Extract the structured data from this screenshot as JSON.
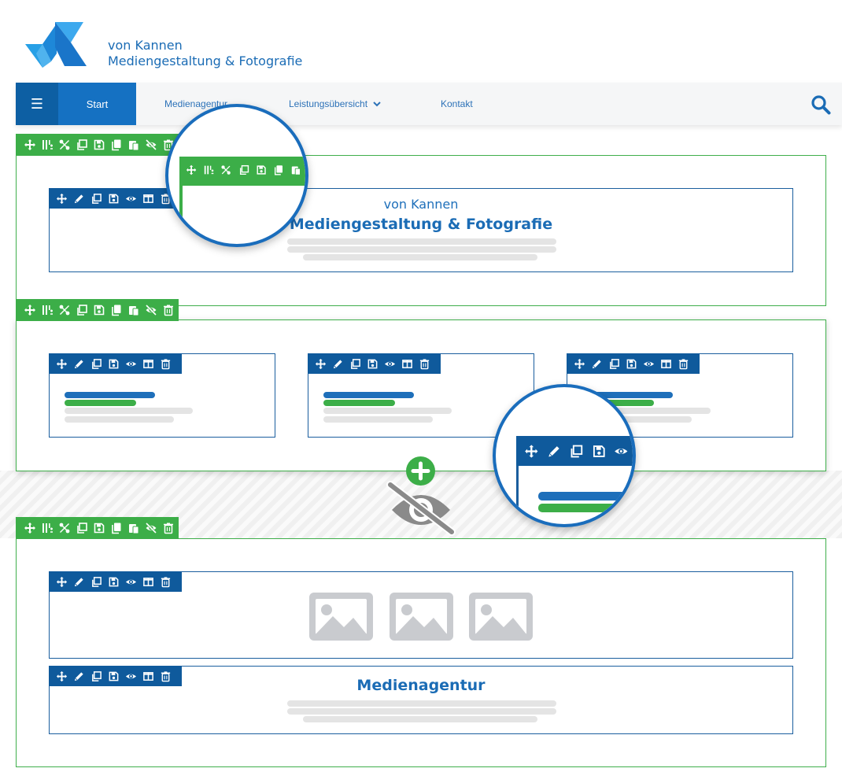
{
  "header": {
    "brand_line1": "von Kannen",
    "brand_line2": "Mediengestaltung & Fotografie"
  },
  "nav": {
    "menu_icon": "☰",
    "items": [
      {
        "label": "Start",
        "active": true
      },
      {
        "label": "Medienagentur"
      },
      {
        "label": "Leistungsübersicht",
        "has_dropdown": true
      },
      {
        "label": "Kontakt"
      }
    ]
  },
  "section1": {
    "heading_small": "von Kannen",
    "heading_large": "Mediengestaltung & Fotografie"
  },
  "section3": {
    "text_heading": "Medienagentur"
  },
  "colors": {
    "brand_blue": "#1e6fba",
    "dark_blue": "#0f5a9c",
    "green": "#3cae48",
    "placeholder_grey": "#e4e4e4"
  },
  "icons": {
    "section_toolbar": [
      "move-icon",
      "columns-icon",
      "tools-icon",
      "duplicate-icon",
      "save-icon",
      "copy-icon",
      "paste-icon",
      "hide-icon",
      "delete-icon"
    ],
    "module_toolbar": [
      "move-icon",
      "edit-icon",
      "duplicate-icon",
      "save-icon",
      "view-icon",
      "layout-icon",
      "delete-icon"
    ]
  }
}
